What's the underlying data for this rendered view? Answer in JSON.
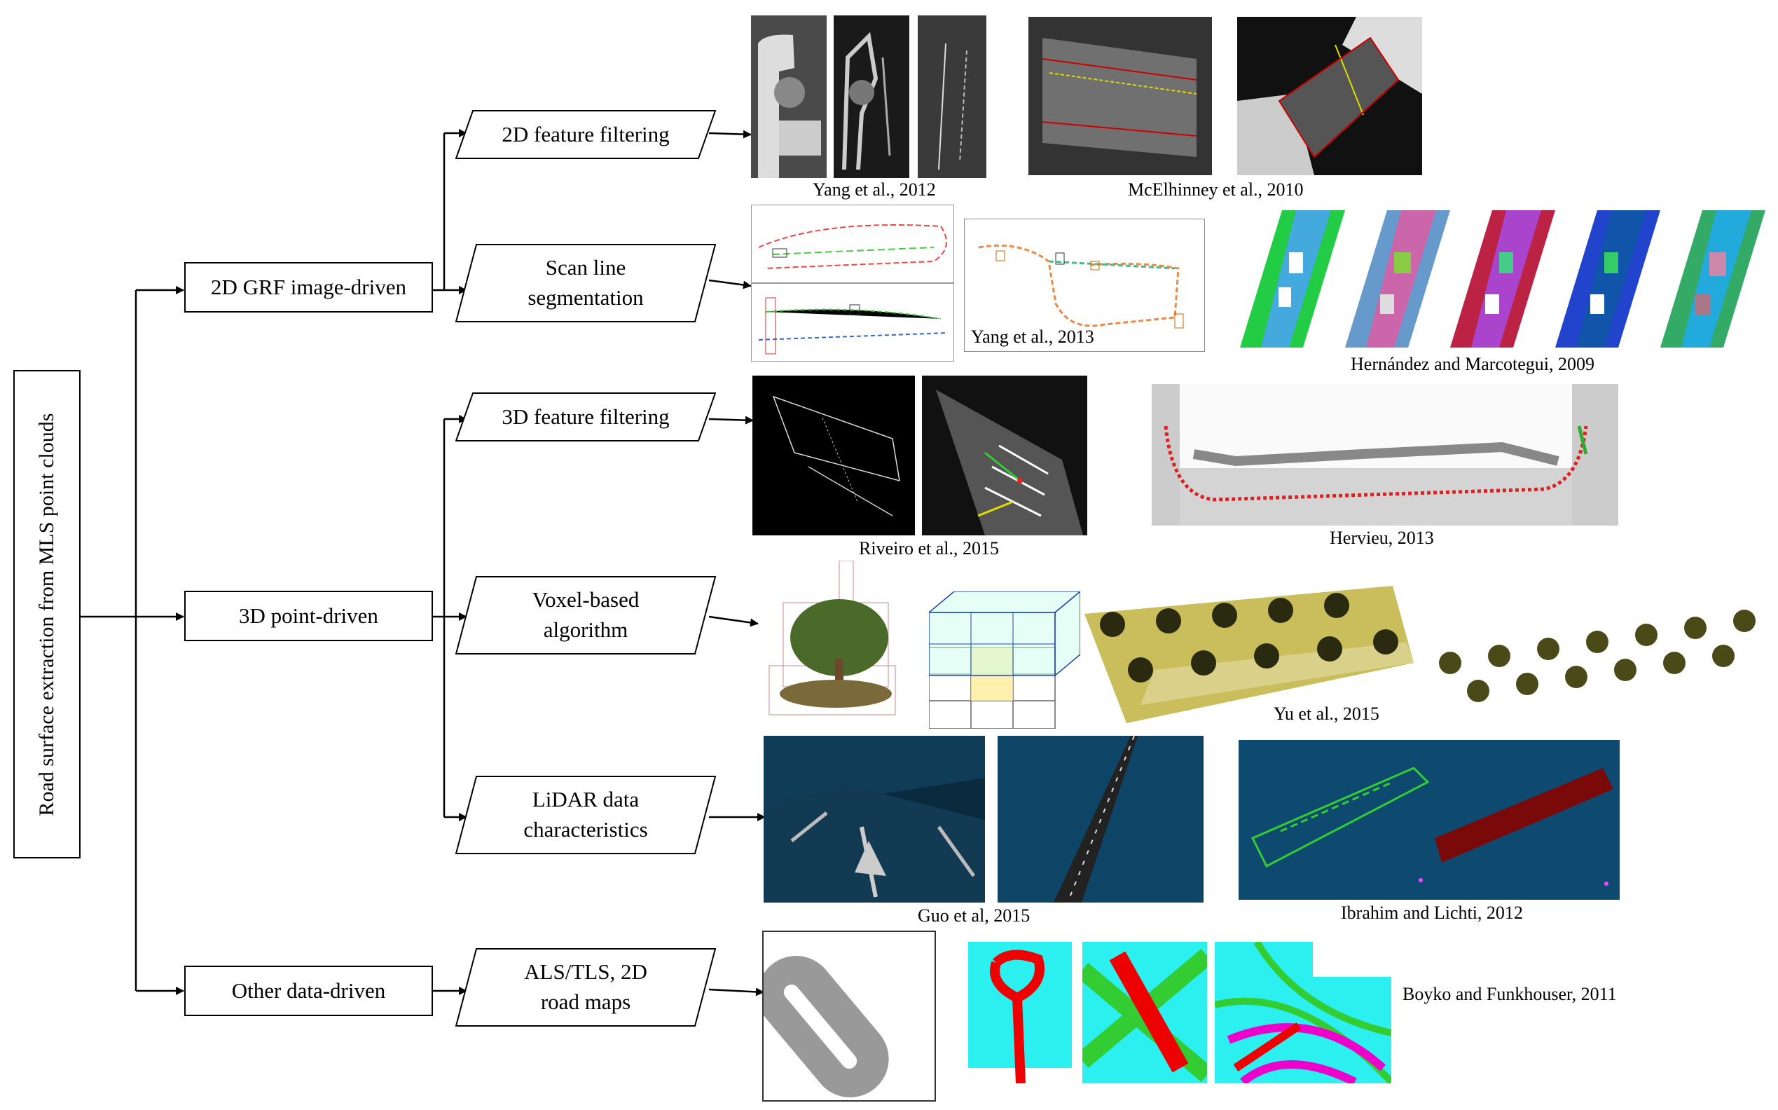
{
  "root": {
    "label": "Road surface extraction  from MLS point clouds"
  },
  "categories": [
    {
      "label": "2D GRF image-driven"
    },
    {
      "label": "3D point-driven"
    },
    {
      "label": "Other data-driven"
    }
  ],
  "methods": [
    {
      "label": "2D feature filtering"
    },
    {
      "label": "Scan line segmentation"
    },
    {
      "label": "3D feature filtering"
    },
    {
      "label": "Voxel-based algorithm"
    },
    {
      "label": "LiDAR data characteristics"
    },
    {
      "label": "ALS/TLS, 2D road maps"
    }
  ],
  "citations": [
    "Yang et al., 2012",
    "McElhinney et al., 2010",
    "Yang et al., 2013",
    "Hernández and Marcotegui, 2009",
    "Riveiro et al., 2015",
    "Hervieu, 2013",
    "Yu et al., 2015",
    "Guo et al, 2015",
    "Ibrahim and Lichti, 2012",
    "Boyko and Funkhouser, 2011"
  ]
}
